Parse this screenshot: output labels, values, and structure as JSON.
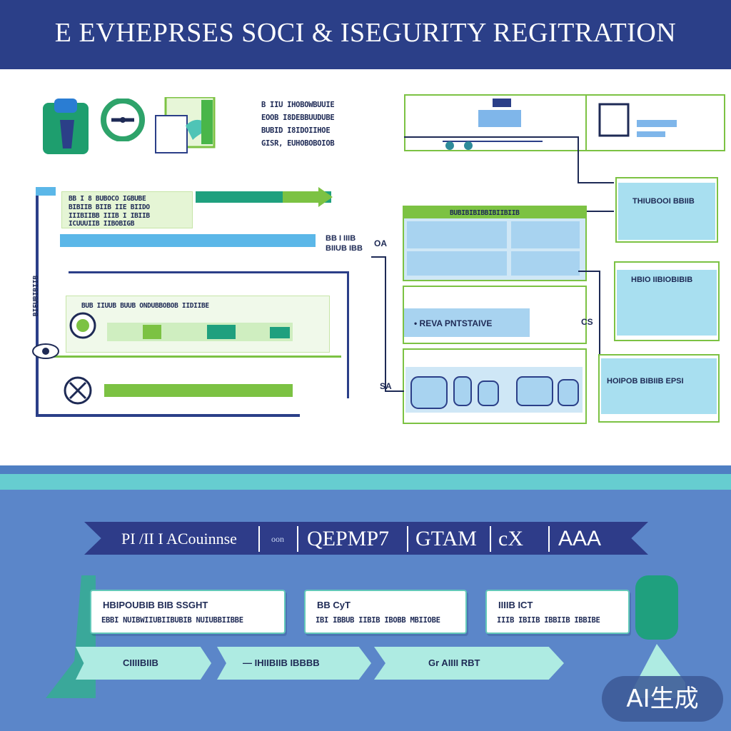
{
  "header": {
    "title": "E EVHEPRSES SOCI & ISEGURITY REGITRATION"
  },
  "top_left": {
    "legend_lines": [
      "B IIU IHOBOWBUUIE",
      "EOOB I8DEBBUUDUBE",
      "BUBID I8IDOIIHOE",
      "GISR, EUHOBOBOIOB"
    ]
  },
  "flow_left": {
    "box1_lines": [
      "BB I 8 BUBOCO IGBUBE",
      "BIBIIB BIIB IIE BIIDO",
      "IIIBIIBB IIIB I IBIIB",
      "ICUUUIIB IIBOBIGB"
    ],
    "side_label": [
      "BB I IIIB",
      "BIIUB IBB"
    ],
    "box2_title": "BUB IIUUB BUUB ONDUBBOBOB IIDIIBE",
    "vertical_label": "BIEUBIBIIB"
  },
  "center": {
    "label_oa": "OA",
    "panel_title": "BUBIBIBIBBIBIIBIIB",
    "box_label": "• REVA PNTSTAIVE",
    "label_sa": "SA"
  },
  "right": {
    "box1_title": "THIUBOOI BBIIB",
    "box2_title": "HBIO IIBIOBIBIB",
    "label_cs": "CS",
    "box3_title": "HOIPOB BIBIIB EPSI"
  },
  "ribbon": {
    "segments": [
      "PI /II I ACouinnse",
      "oon",
      "QEPMP7",
      "GTAM",
      "cX",
      "AAA"
    ]
  },
  "cards": [
    {
      "title": "HBIPOUBIB BIB SSGHT",
      "subtitle": "EBBI NUIBWIIUBIIBUBIB NUIUBBIIBBE"
    },
    {
      "title": "BB CyT",
      "subtitle": "IBI IBBUB IIBIB IBOBB MBIIOBE"
    },
    {
      "title": "IIIIB ICT",
      "subtitle": "IIIB IBIIB IBBIIB IBBIBE"
    }
  ],
  "arrows": [
    {
      "label": "CIIIIBIIB"
    },
    {
      "label": "— IHIIBIIB IBBBB"
    },
    {
      "label": "Gr AIIII RBT"
    }
  ],
  "badge": {
    "label": "AI生成"
  }
}
